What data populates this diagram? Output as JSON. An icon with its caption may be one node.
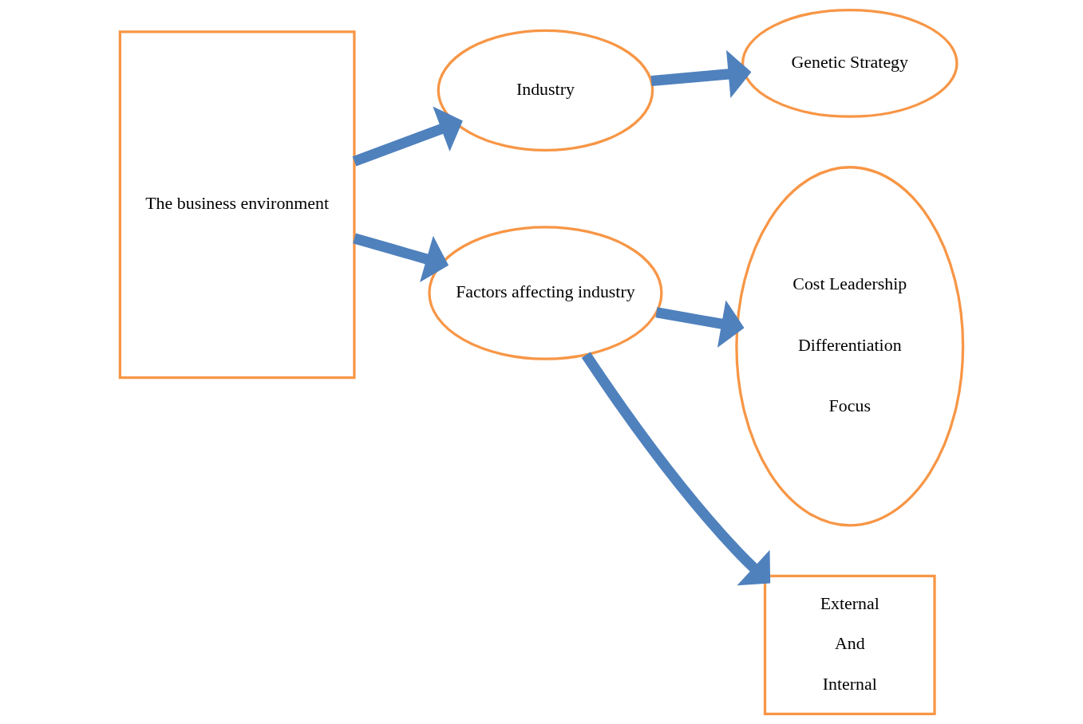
{
  "diagram": {
    "nodes": [
      {
        "text": [
          "The business environment"
        ]
      },
      {
        "text": [
          "Industry"
        ]
      },
      {
        "text": [
          "Genetic Strategy"
        ]
      },
      {
        "text": [
          "Factors affecting industry"
        ]
      },
      {
        "text": [
          "Cost Leadership",
          "Differentiation",
          "Focus"
        ]
      },
      {
        "text": [
          "External",
          "And",
          "Internal"
        ]
      }
    ],
    "edges": [
      {
        "from": 0,
        "to": 1,
        "arrow": "to"
      },
      {
        "from": 1,
        "to": 2,
        "arrow": "to"
      },
      {
        "from": 0,
        "to": 3,
        "arrow": "to"
      },
      {
        "from": 3,
        "to": 4,
        "arrow": "to"
      },
      {
        "from": 3,
        "to": 5,
        "arrow": "to"
      }
    ]
  }
}
